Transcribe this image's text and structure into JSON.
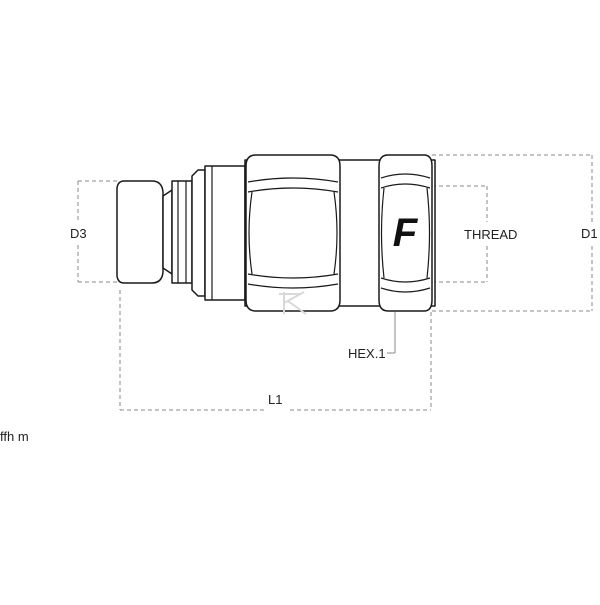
{
  "labels": {
    "d3": "D3",
    "thread": "THREAD",
    "d1": "D1",
    "hex": "HEX.1",
    "l1": "L1",
    "logo": "F"
  },
  "footnote": "ffh m",
  "colors": {
    "outline": "#1a1a1a",
    "dimension": "#8a8a8a",
    "watermark": "#d8d8d8",
    "text": "#222222"
  }
}
